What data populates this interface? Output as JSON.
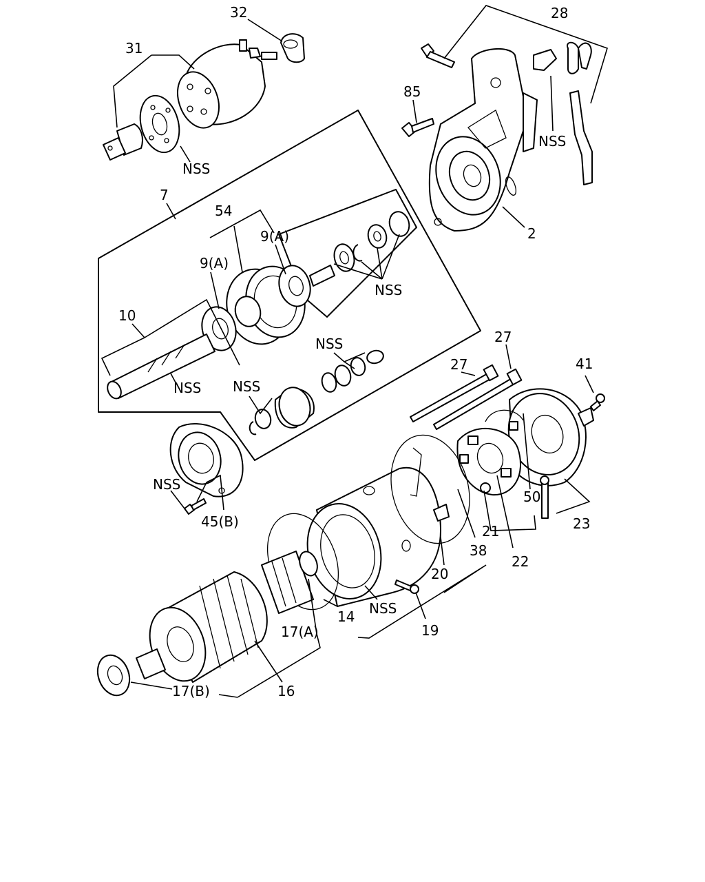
{
  "callouts": {
    "c2": "2",
    "c7": "7",
    "c9a_top": "9(A)",
    "c9a_left": "9(A)",
    "c10": "10",
    "c14": "14",
    "c16": "16",
    "c17a": "17(A)",
    "c17b": "17(B)",
    "c19": "19",
    "c20": "20",
    "c21": "21",
    "c22": "22",
    "c23": "23",
    "c27_top": "27",
    "c27_mid": "27",
    "c28": "28",
    "c31": "31",
    "c32": "32",
    "c38": "38",
    "c41": "41",
    "c45b": "45(B)",
    "c50": "50",
    "c54": "54",
    "c85": "85",
    "nss_31": "NSS",
    "nss_28": "NSS",
    "nss_bearings": "NSS",
    "nss_shaft": "NSS",
    "nss_gears": "NSS",
    "nss_clip": "NSS",
    "nss_45": "NSS",
    "nss_yoke": "NSS"
  }
}
